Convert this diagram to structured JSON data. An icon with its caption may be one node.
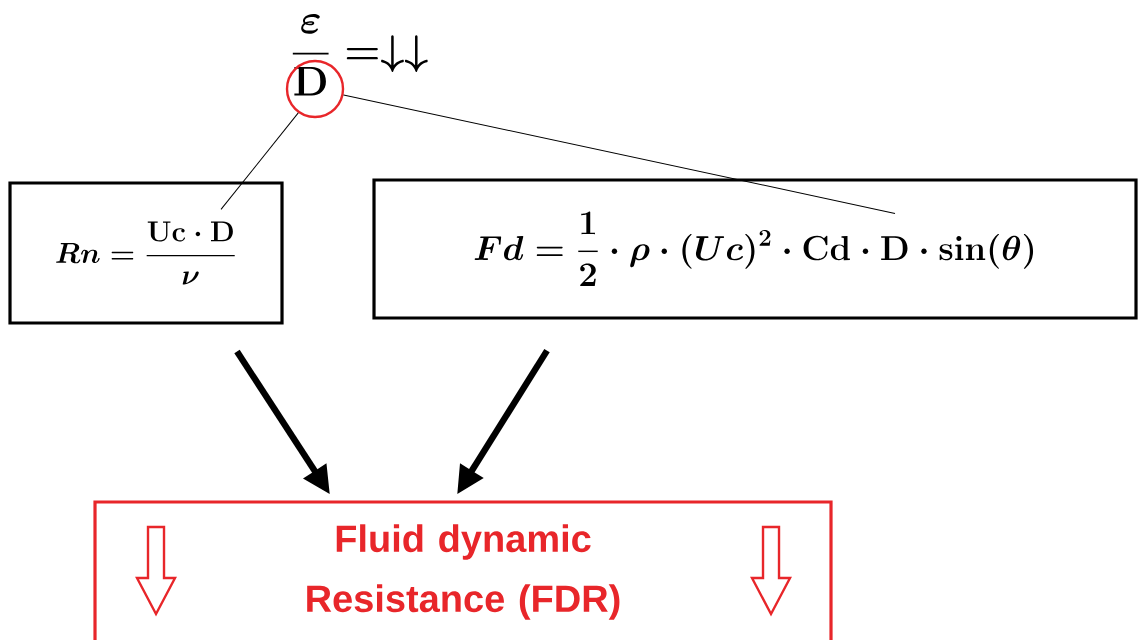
{
  "diagram": {
    "nodes": [
      {
        "text": [
          "\\frac{\\boldsymbol{\\varepsilon}}{\\mathbf{D}} = \\downarrow\\downarrow"
        ]
      },
      {
        "text": [],
        "shape": "circle"
      },
      {
        "text": [
          "\\boldsymbol{Rn} = \\frac{\\mathbf{Uc \\cdot D}}{\\boldsymbol{\\nu}}"
        ]
      },
      {
        "text": [
          "\\boldsymbol{Fd} = \\frac{\\mathbf{1}}{\\mathbf{2}} \\cdot \\boldsymbol{\\rho} \\cdot (\\boldsymbol{Uc})^{2} \\cdot \\mathbf{Cd} \\cdot \\mathbf{D} \\cdot \\mathbf{sin(\\theta)}"
        ]
      },
      {
        "text": [
          "Fluid dynamic Resistance (FDR)"
        ]
      }
    ],
    "edges": [
      {
        "from": 1,
        "to": 2,
        "arrow": "none"
      },
      {
        "from": 1,
        "to": 3,
        "arrow": "none"
      },
      {
        "from": 2,
        "to": 4,
        "arrow": "to",
        "style": "thick"
      },
      {
        "from": 3,
        "to": 4,
        "arrow": "to",
        "style": "thick"
      }
    ]
  }
}
